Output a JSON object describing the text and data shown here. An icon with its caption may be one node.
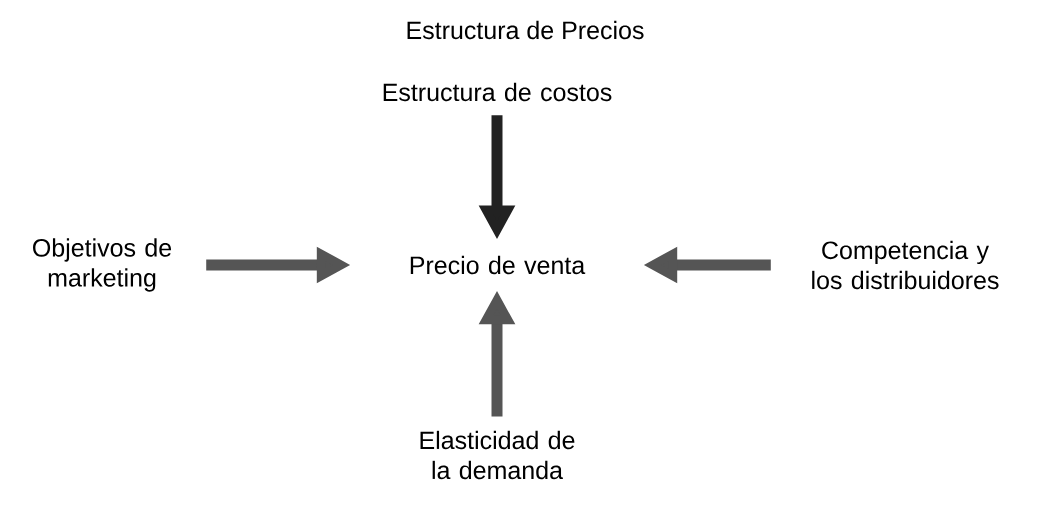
{
  "diagram": {
    "title": "Estructura de Precios",
    "nodes": [
      {
        "text": [
          "Estructura de costos"
        ]
      },
      {
        "text": [
          "Objetivos de marketing"
        ]
      },
      {
        "text": [
          "Precio de venta"
        ]
      },
      {
        "text": [
          "Competencia y los distribuidores"
        ]
      },
      {
        "text": [
          "Elasticidad de la demanda"
        ]
      }
    ],
    "edges": [
      {
        "from": 0,
        "to": 2,
        "arrow": "to",
        "color": "#222222"
      },
      {
        "from": 1,
        "to": 2,
        "arrow": "to"
      },
      {
        "from": 3,
        "to": 2,
        "arrow": "to"
      },
      {
        "from": 4,
        "to": 2,
        "arrow": "to"
      }
    ]
  }
}
